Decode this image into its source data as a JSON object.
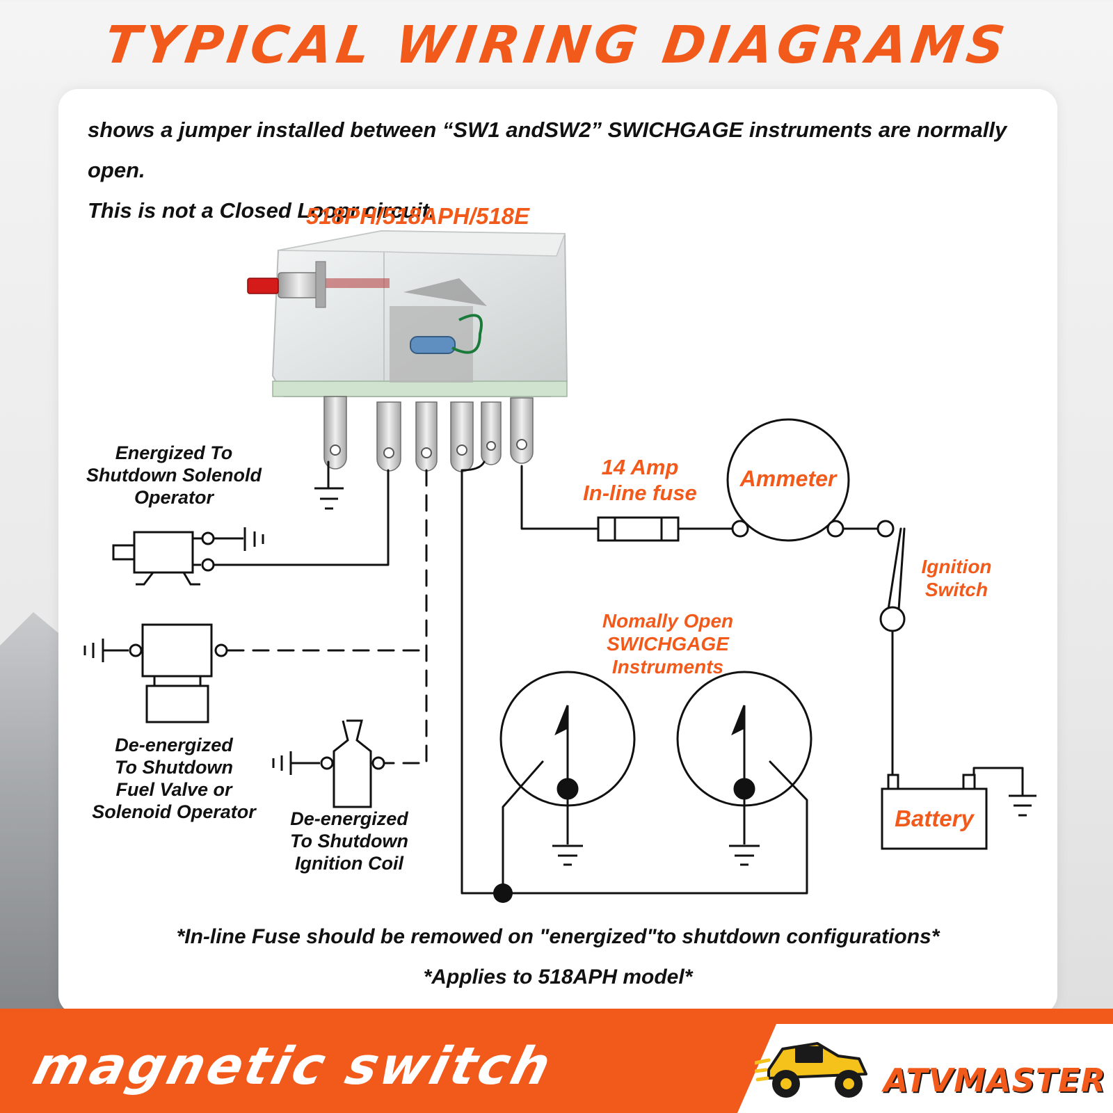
{
  "title": "TYPICAL WIRING DIAGRAMS",
  "intro": {
    "line1": "shows a jumper installed between “SW1 andSW2” SWICHGAGE instruments are normally open.",
    "line2": "This is not a Closed Loopr circuit."
  },
  "diagram": {
    "model_label": "518PH/518APH/518E",
    "labels": {
      "energized_solenoid": [
        "Energized To",
        "Shutdown Solenold",
        "Operator"
      ],
      "fuel_valve": [
        "De-energized",
        "To Shutdown",
        "Fuel Valve or",
        "Solenoid Operator"
      ],
      "ignition_coil": [
        "De-energized",
        "To Shutdown",
        "Ignition Coil"
      ],
      "fuse": [
        "14 Amp",
        "In-line fuse"
      ],
      "ammeter": "Ammeter",
      "ignition_switch": [
        "Ignition",
        "Switch"
      ],
      "instruments": [
        "Nomally Open",
        "SWICHGAGE Instruments"
      ],
      "battery": "Battery"
    }
  },
  "footnotes": {
    "fuse_note": "*In-line Fuse should be remowed on \"energized\"to shutdown configurations*",
    "model_note": "*Applies to 518APH model*"
  },
  "footer": {
    "product": "magnetic switch",
    "brand": "ATVMASTER"
  },
  "colors": {
    "accent": "#f15a1b",
    "text": "#111111",
    "line": "#111111"
  }
}
